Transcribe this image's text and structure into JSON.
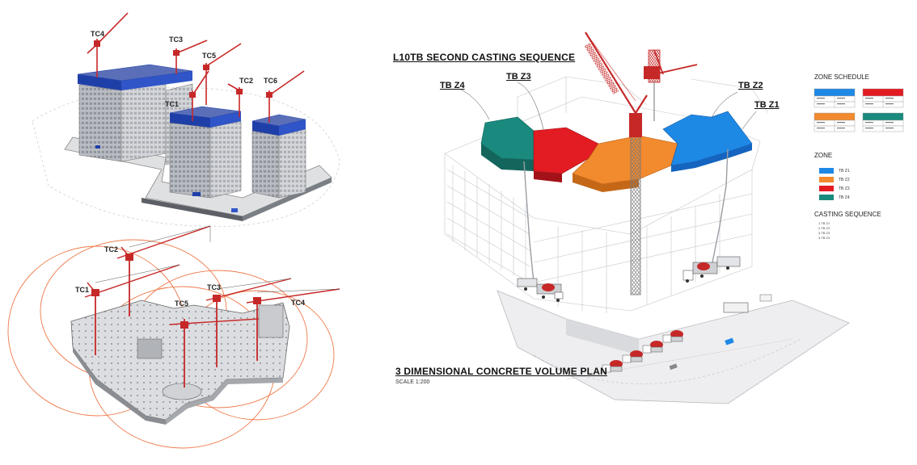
{
  "title": "L10TB SECOND CASTING SEQUENCE",
  "plan_title": "3 DIMENSIONAL CONCRETE VOLUME PLAN",
  "scale": "SCALE 1:200",
  "crane_labels_top": [
    "TC4",
    "TC3",
    "TC5",
    "TC2",
    "TC6",
    "TC1"
  ],
  "crane_labels_bottom": [
    "TC2",
    "TC1",
    "TC5",
    "TC3",
    "TC4"
  ],
  "zone_labels": [
    "TB Z4",
    "TB Z3",
    "TB Z2",
    "TB Z1"
  ],
  "zone_schedule": {
    "heading": "ZONE SCHEDULE"
  },
  "zone_legend": {
    "heading": "ZONE",
    "items": [
      {
        "label": "TB Z1",
        "color": "#1e88e5"
      },
      {
        "label": "TB Z2",
        "color": "#f28a2e"
      },
      {
        "label": "TB Z3",
        "color": "#e31b23"
      },
      {
        "label": "TB Z4",
        "color": "#1a8a7e"
      }
    ]
  },
  "casting_sequence": {
    "heading": "CASTING SEQUENCE",
    "items": [
      "1.TB Z1",
      "2.TB Z2",
      "3.TB Z3",
      "4.TB Z4"
    ]
  },
  "colors": {
    "crane_red": "#c62828",
    "building_blue": "#1f3fa8",
    "zone_blue": "#1e88e5",
    "zone_orange": "#f28a2e",
    "zone_red": "#e31b23",
    "zone_teal": "#1a8a7e",
    "radius_orange": "#ee7a4a"
  }
}
